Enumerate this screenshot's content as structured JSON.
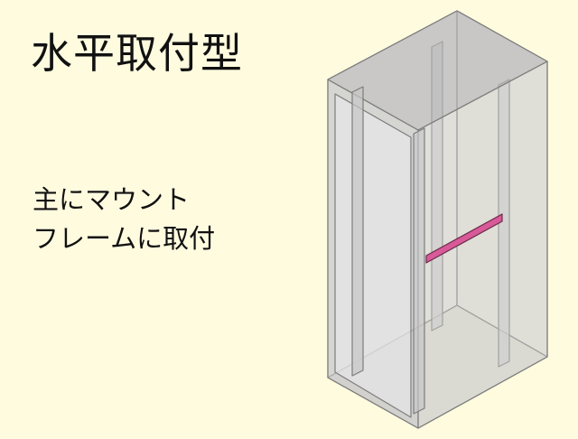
{
  "title": "水平取付型",
  "description": {
    "line1": "主にマウント",
    "line2": "フレームに取付"
  },
  "colors": {
    "background": "#fffbdf",
    "cabinet_fill": "#c7c7c9",
    "cabinet_edge": "#7d7d7d",
    "highlight_bracket": "#d85a98"
  },
  "illustration": {
    "subject": "cabinet-wireframe-isometric",
    "highlighted_part": "horizontal-mount-bracket"
  }
}
